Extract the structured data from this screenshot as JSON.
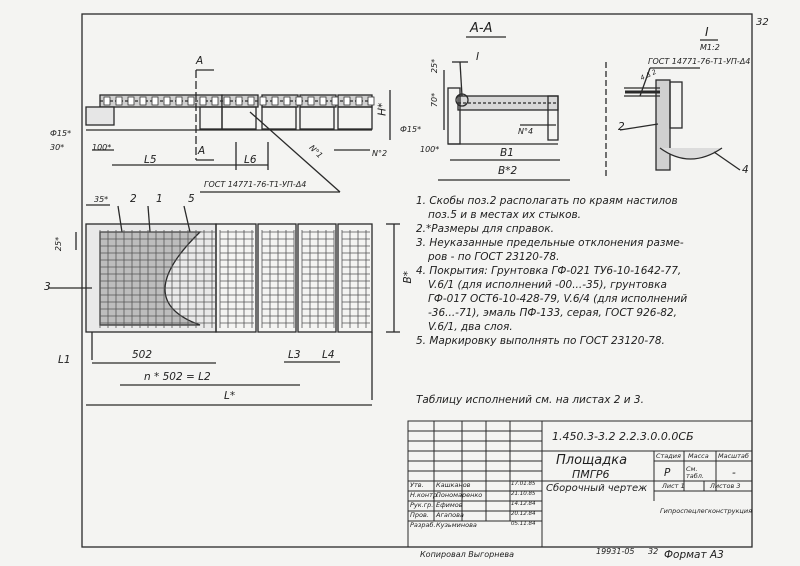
{
  "corner_page": "32",
  "section_label": "А-А",
  "detail": {
    "label": "I",
    "scale": "М1:2",
    "gost": "ГОСТ 14771-76-Т1-УП-Δ4",
    "dim": "4 Δ 2",
    "pos": [
      "2",
      "4"
    ]
  },
  "left_view": {
    "section_mark": "А",
    "phi": "Ф15*",
    "d30": "30*",
    "d100": "100*",
    "L5": "L5",
    "L6": "L6",
    "n1": "N°1",
    "n2": "N°2",
    "gost": "ГОСТ 14771-76-Т1-УП-Δ4"
  },
  "section_view": {
    "d25": "25*",
    "d70": "70*",
    "H": "Н*",
    "phi": "Ф15*",
    "n4": "N°4",
    "d100": "100*",
    "B1": "В1",
    "B2": "В*2",
    "ref": "I"
  },
  "plan": {
    "d35": "35*",
    "p2": "2",
    "p1": "1",
    "p5": "5",
    "d25": "25*",
    "p3": "3",
    "B": "В*",
    "L1": "L1",
    "d502": "502",
    "n502": "n * 502 = L2",
    "L3": "L3",
    "L4": "L4",
    "L": "L*"
  },
  "notes": [
    "1. Скобы поз.2 располагать по краям настилов",
    "поз.5 и в местах их стыков.",
    "2.*Размеры для справок.",
    "3. Неуказанные предельные отклонения разме-",
    "ров - по ГОСТ 23120-78.",
    "4. Покрытия: Грунтовка ГФ-021 ТУ6-10-1642-77,",
    "V.6/1 (для исполнений -00...-35), грунтовка",
    "ГФ-017 ОСТ6-10-428-79, V.6/4 (для исполнений",
    "-36...-71), эмаль ПФ-133, серая, ГОСТ 926-82,",
    "V.6/1, два слоя.",
    "5. Маркировку выполнять по ГОСТ 23120-78."
  ],
  "table_ref": "Таблицу исполнений см. на листах 2 и 3.",
  "title_block": {
    "code": "1.450.3-3.2  2.2.3.0.0.0СБ",
    "name_line1": "Площадка",
    "name_line2": "ПМГР6",
    "doc_type": "Сборочный чертеж",
    "stage_h": "Стадия",
    "mass_h": "Масса",
    "scale_h": "Масштаб",
    "stage": "Р",
    "mass": "См. табл.",
    "scale": "-",
    "sheet": "Лист 1",
    "sheets": "Листов 3",
    "org": "Гипроспецлегконструкция",
    "roles": [
      "Утв.",
      "Н.контр.",
      "Рук.гр.",
      "Пров.",
      "Разраб."
    ],
    "names": [
      "Кашканов",
      "Пономаренко",
      "Ефимов",
      "Агапова",
      "Кузьминова"
    ],
    "dates": [
      "17.01.85",
      "21.10.85",
      "14.12.84",
      "20.12.84",
      "05.11.84"
    ]
  },
  "footer": {
    "copied": "Копировал Выгорнева",
    "inv": "19931-05",
    "page": "32",
    "format": "Формат А3"
  }
}
